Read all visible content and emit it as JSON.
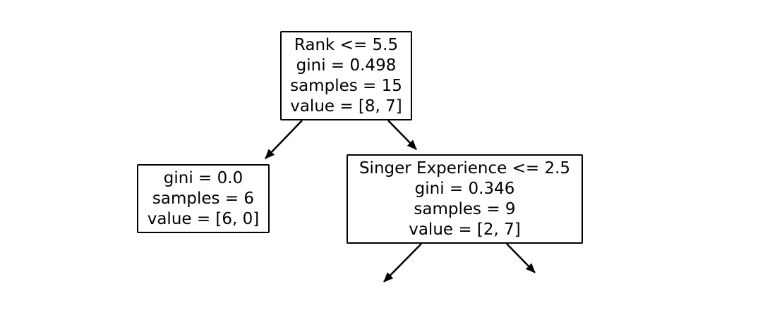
{
  "tree": {
    "root": {
      "condition": "Rank <= 5.5",
      "gini": "gini = 0.498",
      "samples": "samples = 15",
      "value": "value = [8, 7]"
    },
    "left": {
      "gini": "gini = 0.0",
      "samples": "samples = 6",
      "value": "value = [6, 0]"
    },
    "right": {
      "condition": "Singer Experience <= 2.5",
      "gini": "gini = 0.346",
      "samples": "samples = 9",
      "value": "value = [2, 7]"
    }
  },
  "colors": {
    "line": "#000000",
    "node_fill": "#ffffff"
  }
}
